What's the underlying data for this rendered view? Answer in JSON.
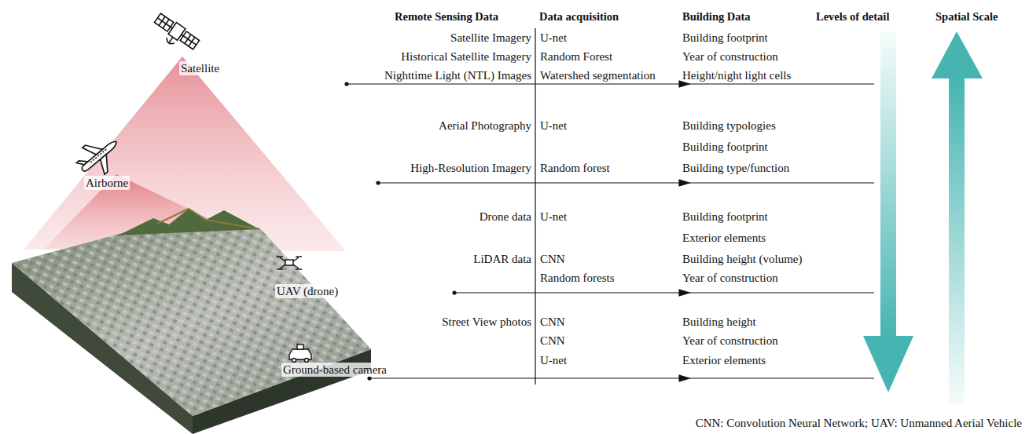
{
  "diagram": {
    "labels": [
      "Remote Sensing Data",
      "Data acquisition",
      "Building Data",
      "Levels of detail",
      "Spatial Scale",
      "Satellite Imagery",
      "U-net",
      "Building footprint",
      "Historical Satellite Imagery",
      "Random Forest",
      "Year of construction",
      "Nighttime Light (NTL) Images",
      "Watershed segmentation",
      "Height/night light cells",
      "Aerial Photography",
      "U-net",
      "Building typologies",
      "Building footprint",
      "High-Resolution Imagery",
      "Random forest",
      "Building type/function",
      "Drone data",
      "U-net",
      "Building footprint",
      "Exterior elements",
      "LiDAR data",
      "CNN",
      "Building height (volume)",
      "Random forests",
      "Year of construction",
      "Street View photos",
      "CNN",
      "Building height",
      "CNN",
      "Year of construction",
      "U-net",
      "Exterior elements",
      "Satellite",
      "Airborne",
      "UAV (drone)",
      "Ground-based camera",
      "CNN: Convolution Neural Network; UAV: Unmanned Aerial Vehicle"
    ]
  }
}
